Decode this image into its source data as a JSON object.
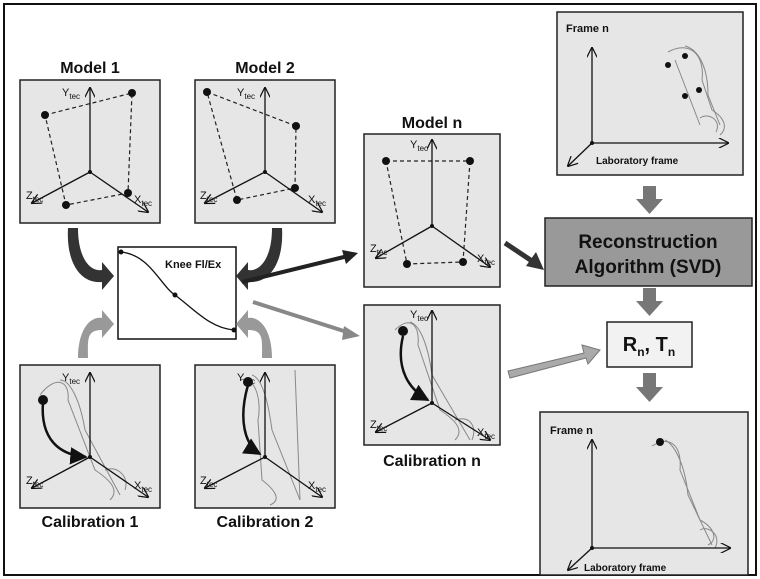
{
  "models": [
    {
      "title": "Model 1"
    },
    {
      "title": "Model 2"
    },
    {
      "title": "Model n"
    }
  ],
  "calibrations": [
    {
      "title": "Calibration 1"
    },
    {
      "title": "Calibration 2"
    },
    {
      "title": "Calibration n"
    }
  ],
  "axes": {
    "x_base": "X",
    "y_base": "Y",
    "z_base": "Z",
    "subscript": "tec"
  },
  "knee_plot": {
    "label": "Knee Fl/Ex"
  },
  "frame_top": {
    "title": "Frame n",
    "frame_label": "Laboratory frame"
  },
  "frame_bottom": {
    "title": "Frame n",
    "frame_label": "Laboratory frame"
  },
  "algorithm_box": {
    "line1": "Reconstruction",
    "line2": "Algorithm (SVD)"
  },
  "result_box": {
    "r": "R",
    "r_sub": "n",
    "sep": ", ",
    "t": "T",
    "t_sub": "n"
  },
  "colors": {
    "panel": "#e6e6e6",
    "algorithm_fill": "#999999",
    "arrow_gray": "#777777",
    "arrow_dark": "#333333"
  }
}
